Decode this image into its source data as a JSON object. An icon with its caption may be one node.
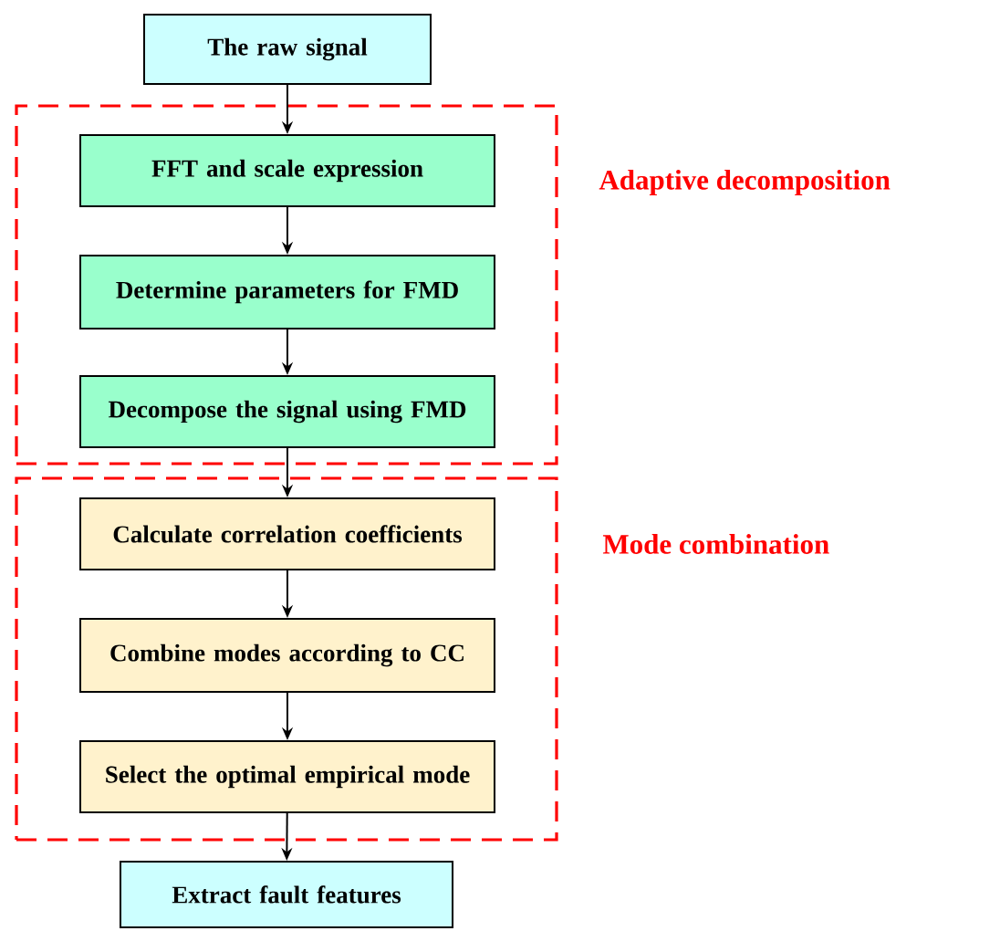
{
  "diagram": {
    "nodes": [
      {
        "text": [
          "The raw signal"
        ]
      },
      {
        "text": [
          "Adaptive decomposition"
        ]
      },
      {
        "text": [
          "FFT and scale expression"
        ],
        "in": 1
      },
      {
        "text": [
          "Determine parameters for FMD"
        ],
        "in": 1
      },
      {
        "text": [
          "Decompose the signal using FMD"
        ],
        "in": 1
      },
      {
        "text": [
          "Mode combination"
        ]
      },
      {
        "text": [
          "Calculate correlation coefficients"
        ],
        "in": 5
      },
      {
        "text": [
          "Combine modes according to CC"
        ],
        "in": 5
      },
      {
        "text": [
          "Select the optimal empirical mode"
        ],
        "in": 5
      },
      {
        "text": [
          "Extract fault features"
        ]
      }
    ],
    "edges": [
      {
        "from": 0,
        "to": 2,
        "arrow": "to"
      },
      {
        "from": 2,
        "to": 3,
        "arrow": "to"
      },
      {
        "from": 3,
        "to": 4,
        "arrow": "to"
      },
      {
        "from": 4,
        "to": 6,
        "arrow": "to"
      },
      {
        "from": 6,
        "to": 7,
        "arrow": "to"
      },
      {
        "from": 7,
        "to": 8,
        "arrow": "to"
      },
      {
        "from": 8,
        "to": 9,
        "arrow": "to"
      }
    ]
  }
}
